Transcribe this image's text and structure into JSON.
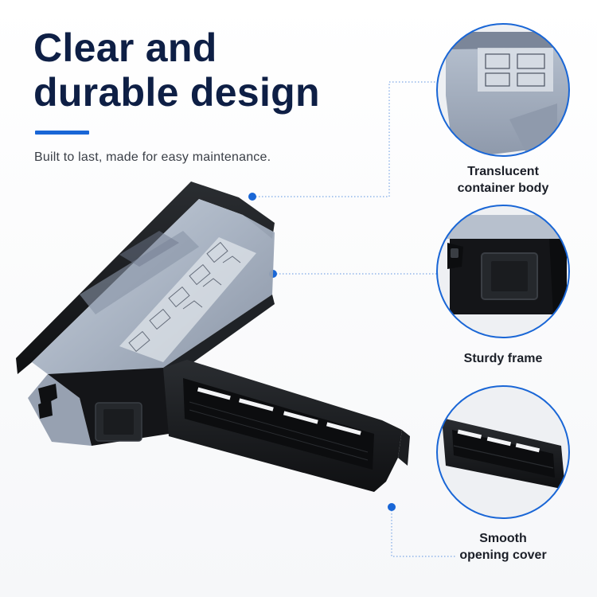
{
  "headline": {
    "line1": "Clear and",
    "line2": "durable design"
  },
  "subtitle": "Built to last, made for easy maintenance.",
  "colors": {
    "accent": "#1966d6",
    "heading": "#0e1f45",
    "frame": "#17191c",
    "translucent": "#9aa6b8"
  },
  "callouts": [
    {
      "line1": "Translucent",
      "line2": "container body"
    },
    {
      "line1": "Sturdy frame",
      "line2": ""
    },
    {
      "line1": "Smooth",
      "line2": "opening cover"
    }
  ]
}
